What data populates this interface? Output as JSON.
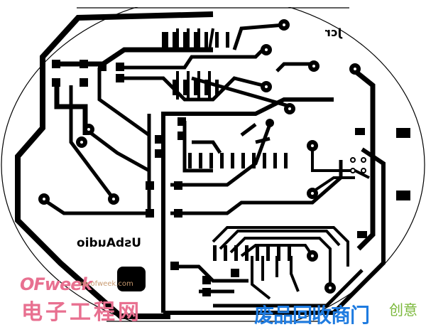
{
  "board": {
    "top_label": "Jcr",
    "center_label": "UsbAudio",
    "trace_color": "#000000",
    "background": "#ffffff"
  },
  "watermarks": {
    "ofweek_logo": "OFweek",
    "ofweek_url": "ee.ofweek.com",
    "ofweek_cn": "电子工程网",
    "recycle_cn": "废品回收商门",
    "creative_cn": "创意",
    "colors": {
      "ofweek": "#e87090",
      "recycle": "#1e7be0",
      "creative": "#7ab83a"
    }
  }
}
